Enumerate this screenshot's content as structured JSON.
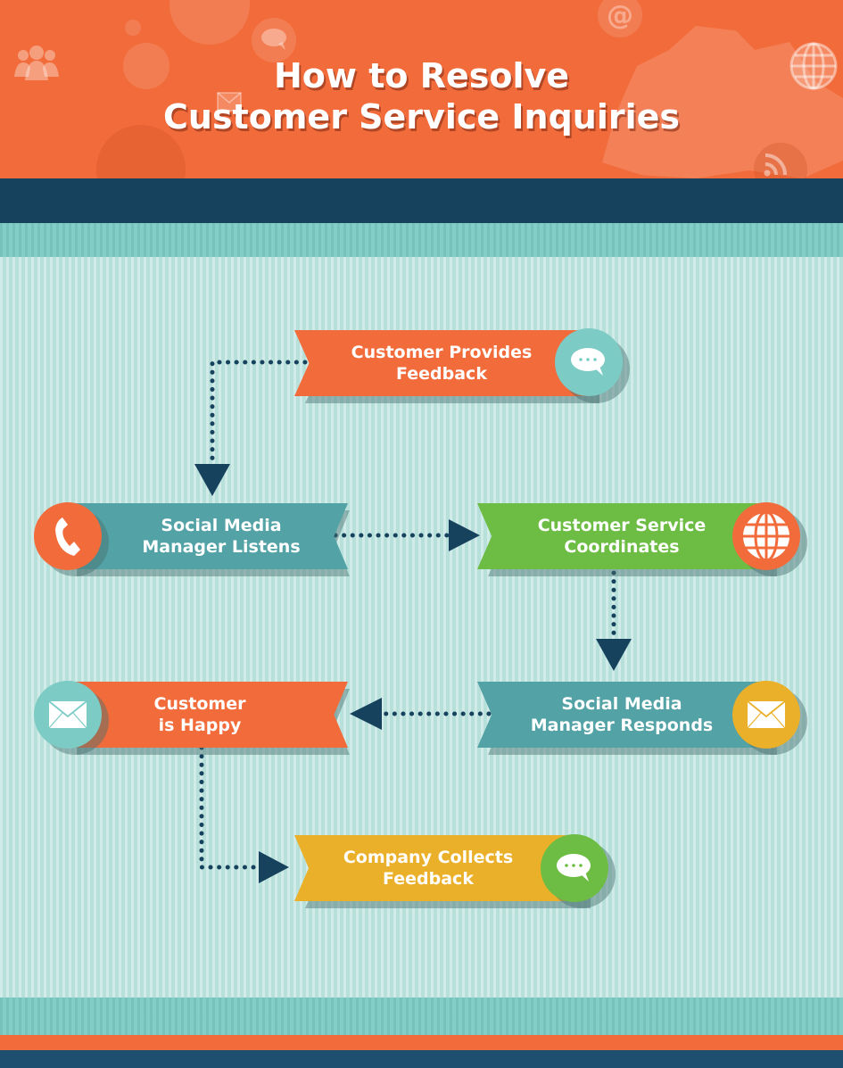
{
  "header": {
    "title_line1": "How to Resolve",
    "title_line2": "Customer Service Inquiries",
    "background_icons": [
      "people-icon",
      "chat-icon",
      "mail-icon",
      "at-sign-icon",
      "globe-icon",
      "rss-icon",
      "map-canada"
    ]
  },
  "colors": {
    "orange": "#f26c3b",
    "navy": "#16425e",
    "teal": "#52a2a6",
    "light_teal": "#7ccbc4",
    "background": "#c3e6e1",
    "green": "#6dbd45",
    "yellow": "#ebb02a",
    "arrow": "#16425e"
  },
  "steps": [
    {
      "id": "customer-provides-feedback",
      "line1": "Customer Provides",
      "line2": "Feedback",
      "ribbon_color": "#f26c3b",
      "icon": "chat-bubble-icon",
      "icon_bg": "#7ccbc4",
      "icon_side": "right"
    },
    {
      "id": "social-media-manager-listens",
      "line1": "Social Media",
      "line2": "Manager Listens",
      "ribbon_color": "#52a2a6",
      "icon": "phone-icon",
      "icon_bg": "#f26c3b",
      "icon_side": "left"
    },
    {
      "id": "customer-service-coordinates",
      "line1": "Customer Service",
      "line2": "Coordinates",
      "ribbon_color": "#6dbd45",
      "icon": "globe-icon",
      "icon_bg": "#f26c3b",
      "icon_side": "right"
    },
    {
      "id": "social-media-manager-responds",
      "line1": "Social Media",
      "line2": "Manager Responds",
      "ribbon_color": "#52a2a6",
      "icon": "envelope-icon",
      "icon_bg": "#ebb02a",
      "icon_side": "right"
    },
    {
      "id": "customer-is-happy",
      "line1": "Customer",
      "line2": "is Happy",
      "ribbon_color": "#f26c3b",
      "icon": "envelope-icon",
      "icon_bg": "#7ccbc4",
      "icon_side": "left"
    },
    {
      "id": "company-collects-feedback",
      "line1": "Company Collects",
      "line2": "Feedback",
      "ribbon_color": "#ebb02a",
      "icon": "chat-bubble-icon",
      "icon_bg": "#6dbd45",
      "icon_side": "right"
    }
  ],
  "flow": [
    {
      "from": "customer-provides-feedback",
      "to": "social-media-manager-listens"
    },
    {
      "from": "social-media-manager-listens",
      "to": "customer-service-coordinates"
    },
    {
      "from": "customer-service-coordinates",
      "to": "social-media-manager-responds"
    },
    {
      "from": "social-media-manager-responds",
      "to": "customer-is-happy"
    },
    {
      "from": "customer-is-happy",
      "to": "company-collects-feedback"
    }
  ]
}
